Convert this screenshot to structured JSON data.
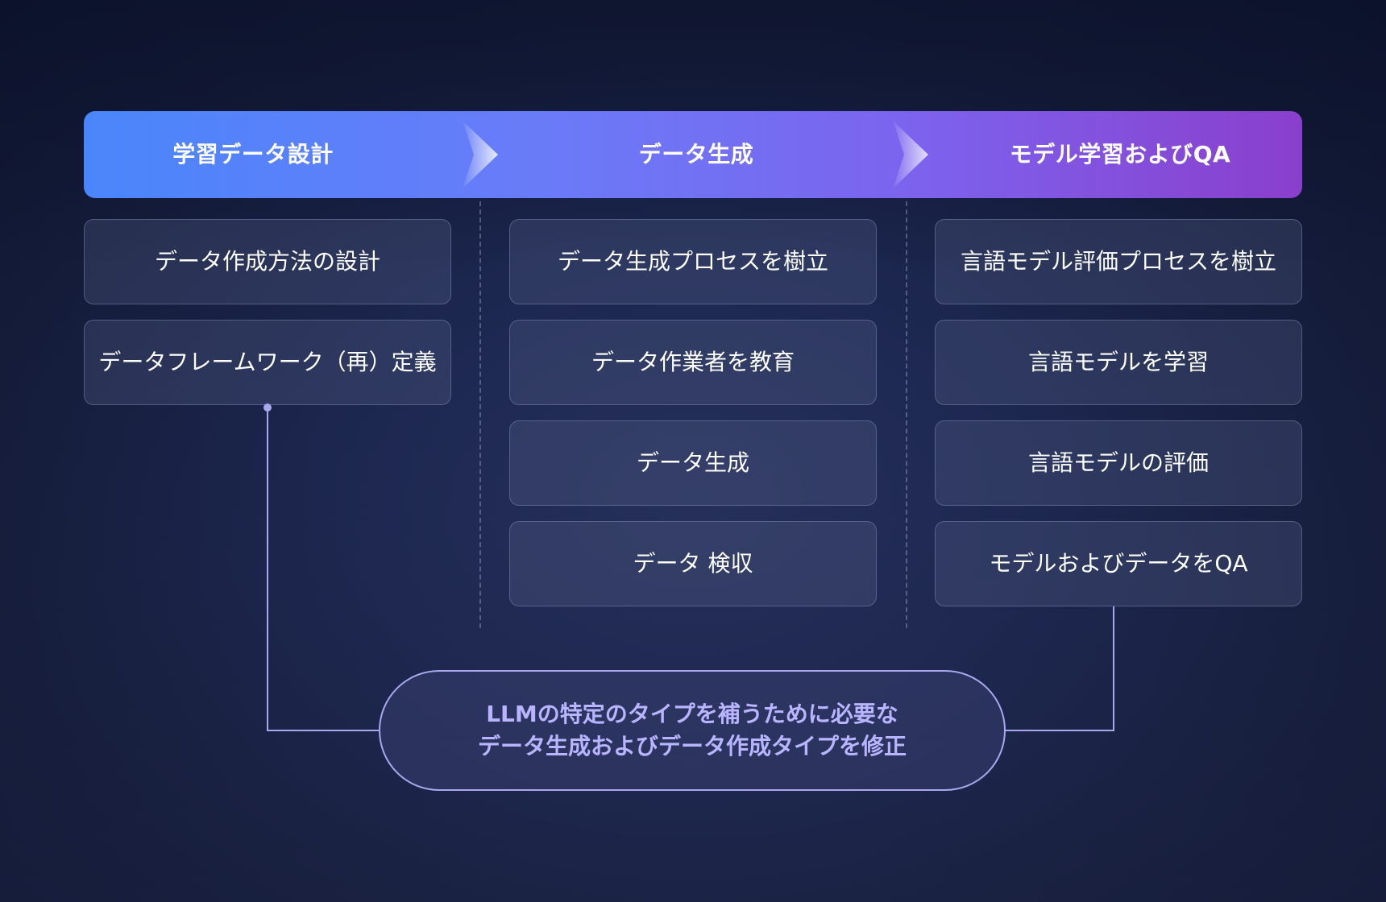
{
  "phases": [
    {
      "title": "学習データ設計"
    },
    {
      "title": "データ生成"
    },
    {
      "title": "モデル学習およびQA"
    }
  ],
  "columns": [
    {
      "tasks": [
        "データ作成方法の設計",
        "データフレームワーク（再）定義"
      ]
    },
    {
      "tasks": [
        "データ生成プロセスを樹立",
        "データ作業者を教育",
        "データ生成",
        "データ 検収"
      ]
    },
    {
      "tasks": [
        "言語モデル評価プロセスを樹立",
        "言語モデルを学習",
        "言語モデルの評価",
        "モデルおよびデータをQA"
      ]
    }
  ],
  "feedback": {
    "line1": "LLMの特定のタイプを補うために必要な",
    "line2": "データ生成およびデータ作成タイプを修正"
  },
  "colors": {
    "header_start": "#4a86fb",
    "header_end": "#8a3fcc",
    "connector": "#a9a8ee",
    "feedback_text": "#b9b4ff"
  }
}
